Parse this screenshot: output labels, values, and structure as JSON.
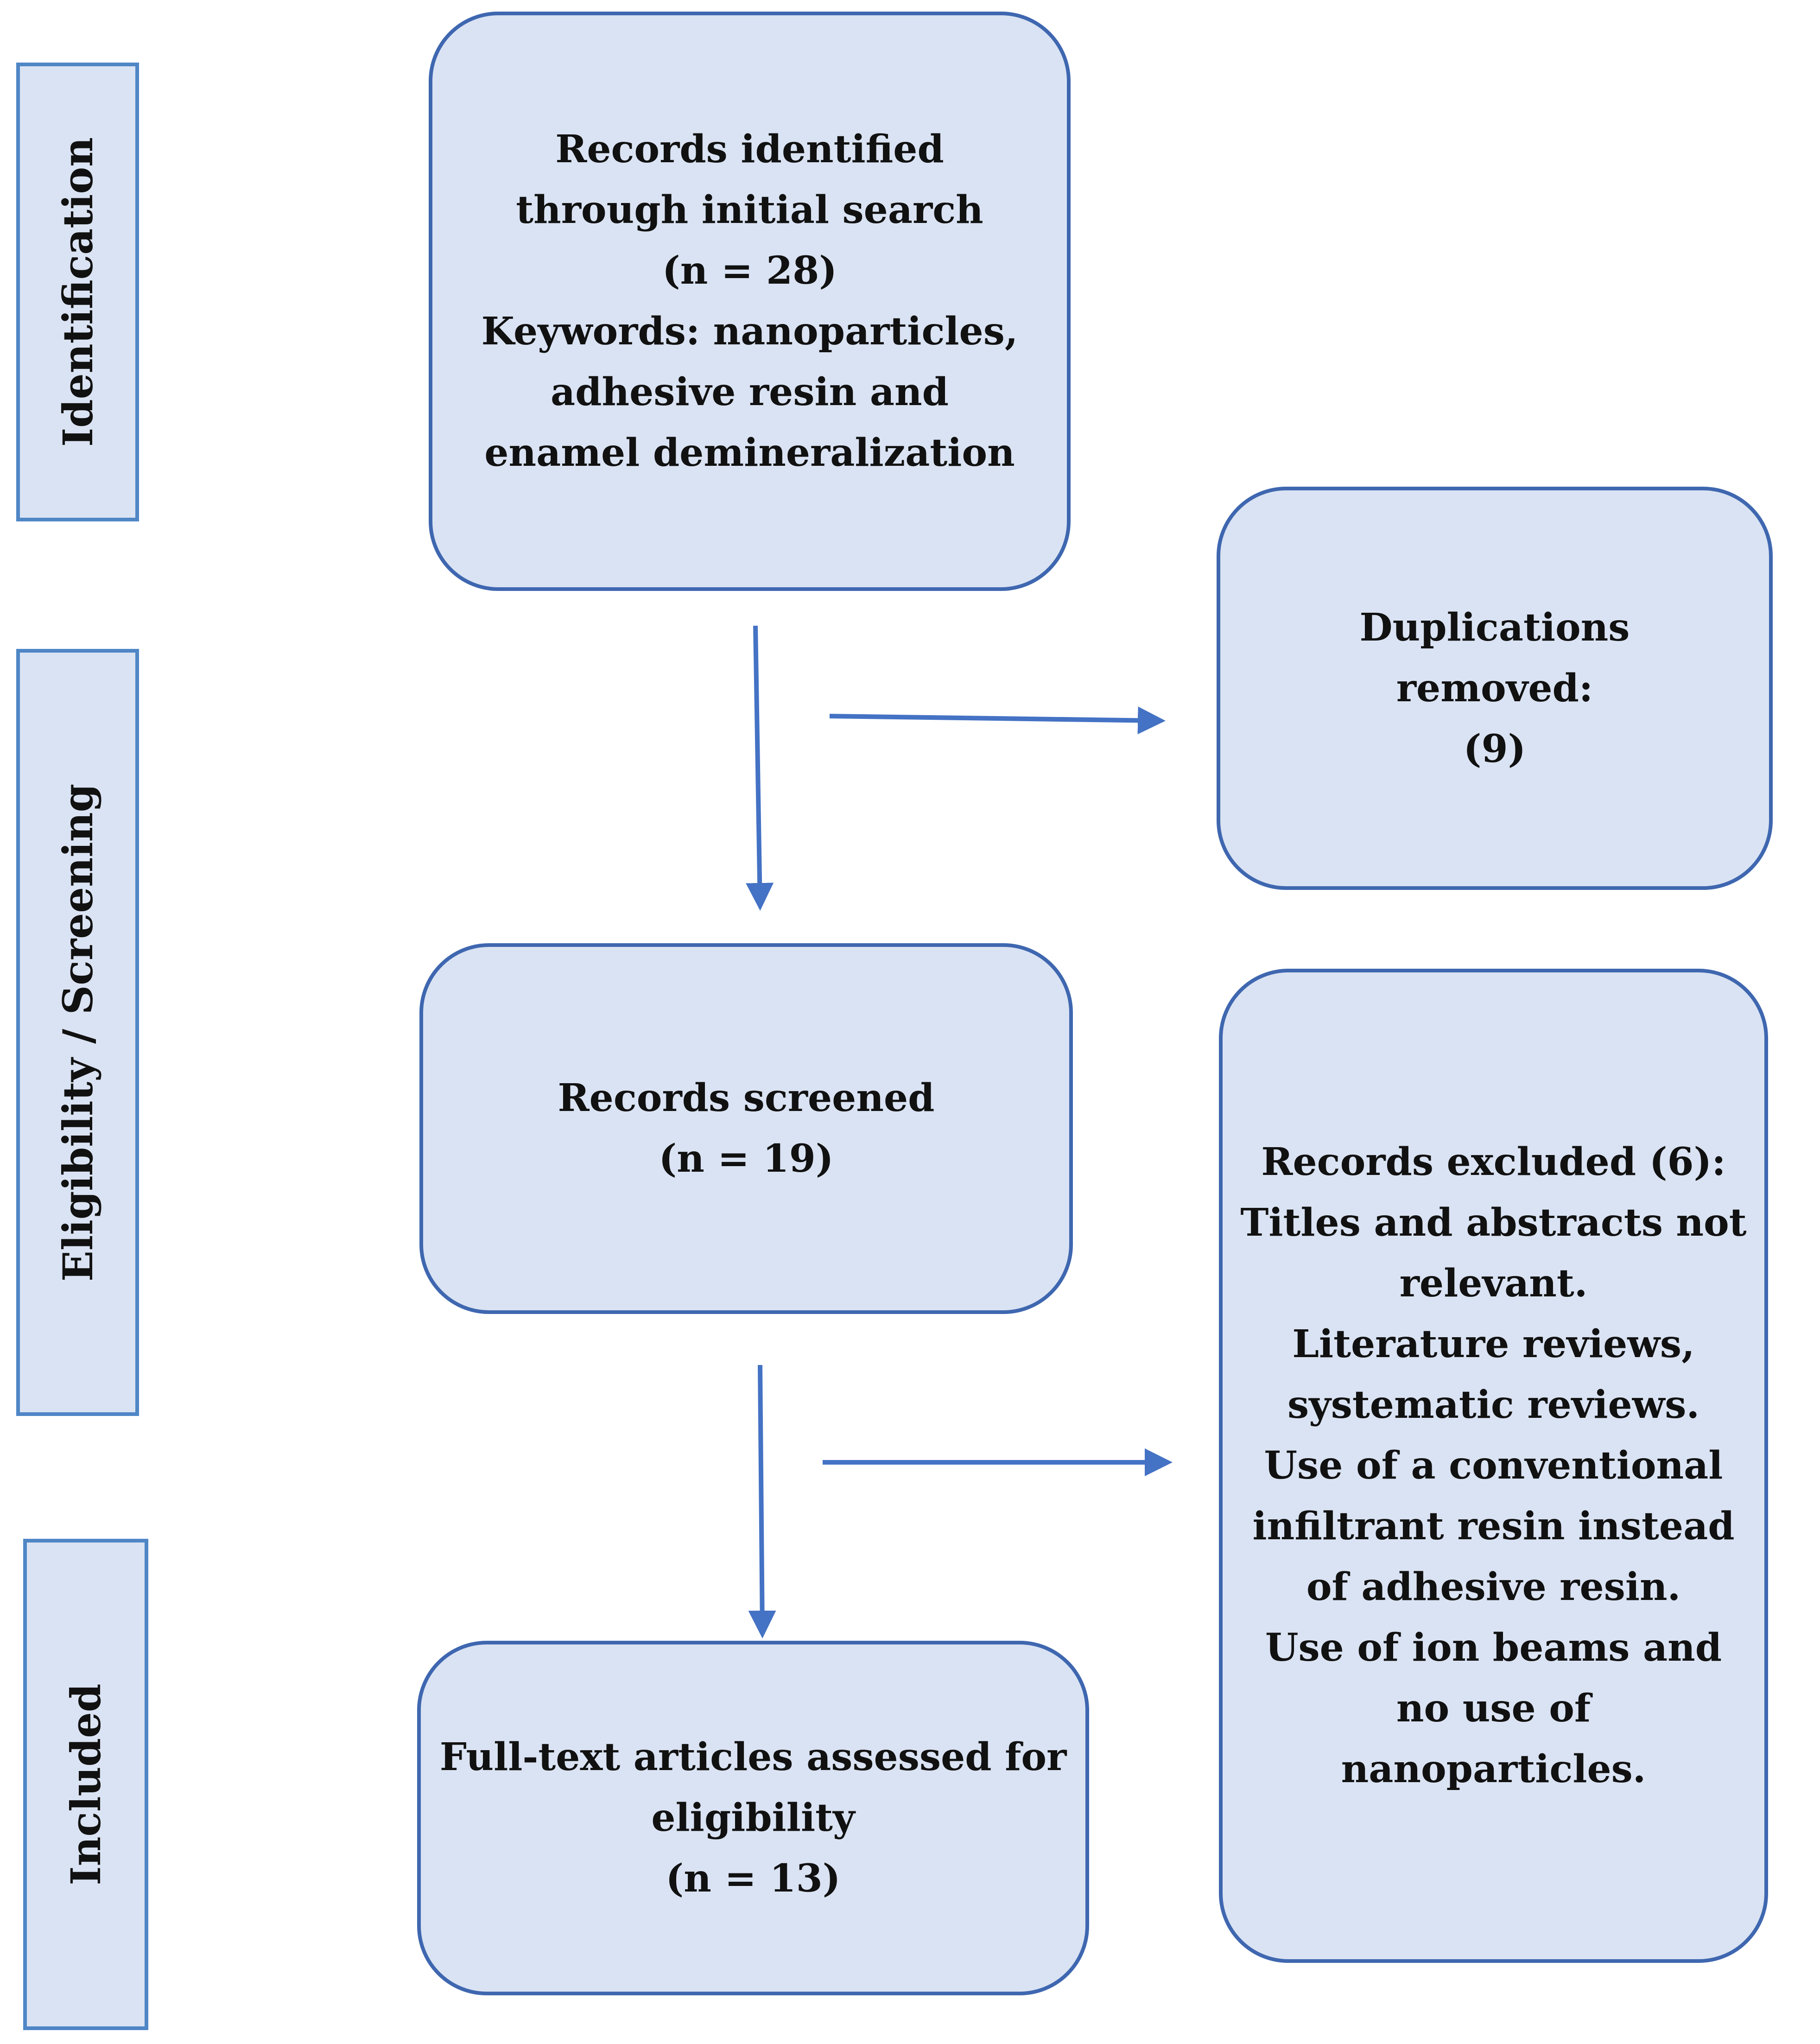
{
  "stages": {
    "identification": "Identification",
    "screening": "Eligibility / Screening",
    "included": "Included"
  },
  "boxes": {
    "identified": [
      "Records identified",
      "through initial search",
      "(n = 28)",
      "Keywords: nanoparticles,",
      "adhesive resin and",
      "enamel demineralization"
    ],
    "duplicates": [
      "Duplications",
      "removed:",
      "(9)"
    ],
    "screened": [
      "Records screened",
      "(n = 19)"
    ],
    "excluded": [
      "Records excluded (6):",
      "Titles and abstracts not",
      "relevant.",
      "Literature reviews,",
      "systematic reviews.",
      "Use of a conventional",
      "infiltrant resin instead",
      "of adhesive resin.",
      "Use of ion beams and",
      "no use of",
      "nanoparticles."
    ],
    "full_text": [
      "Full-text articles assessed for",
      "eligibility",
      "(n = 13)"
    ]
  },
  "colors": {
    "box_fill": "#dae3f3",
    "box_border": "#3f67b0",
    "stage_border": "#4f86c6",
    "arrow": "#4472c4"
  }
}
